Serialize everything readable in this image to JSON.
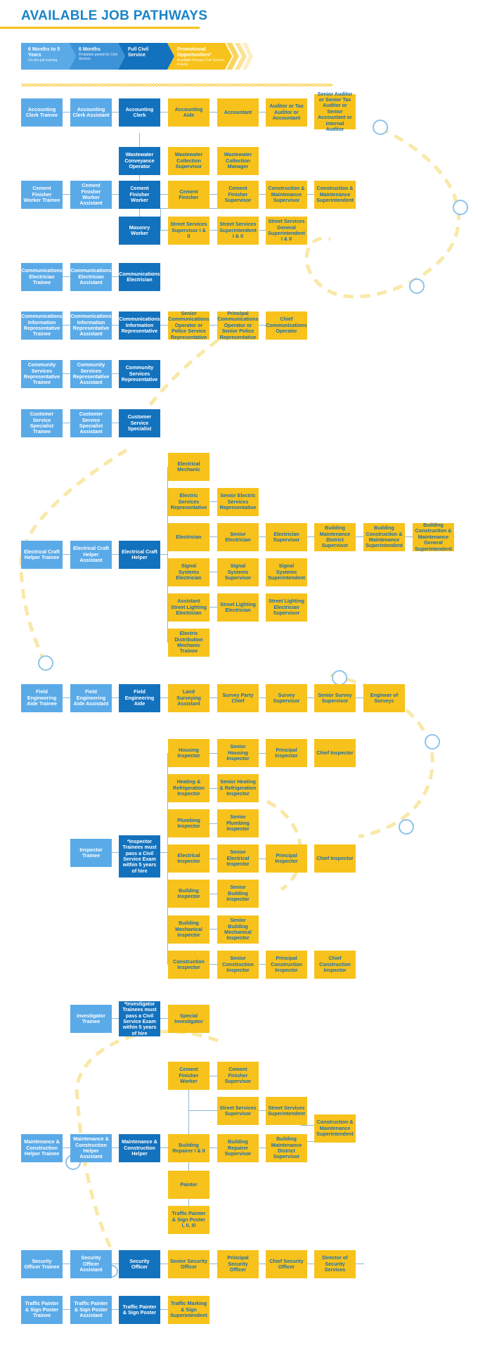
{
  "header": {
    "title": "AVAILABLE JOB PATHWAYS",
    "stages": [
      {
        "label": "6 Months to 5 Years",
        "sub": "On-the-job training"
      },
      {
        "label": "6 Months",
        "sub": "Probation period for Civil Service"
      },
      {
        "label": "Full Civil Service",
        "sub": ""
      },
      {
        "label": "Promotional Opportunities*",
        "sub": "Available through Civil Service Exams"
      }
    ],
    "dots": ">>>>>>>>>>>>>>>>>>>>>>>>>>>>>>>>>>>>>>>>>>>>>>>>>>>>>>>>>>>>>>>>>>>>>>>>>>>>>>>>>>>>>>>>>>>>>>>>>>>>>>>>"
  },
  "colors": {
    "trainee": "#5aaae8",
    "fullService": "#1372be",
    "promotion": "#f7c21b",
    "title": "#1a84c8",
    "connector": "#8fb8d6"
  },
  "boxes": [
    {
      "text": "Accounting Clerk Trainee",
      "type": "lb"
    },
    {
      "text": "Accounting Clerk Assistant",
      "type": "lb"
    },
    {
      "text": "Accounting Clerk",
      "type": "db"
    },
    {
      "text": "Accounting Aide",
      "type": "yb"
    },
    {
      "text": "Accountant",
      "type": "yb"
    },
    {
      "text": "Auditor or Tax Auditor or Accountant",
      "type": "yb"
    },
    {
      "text": "Senior Auditor or Senior Tax Auditor or Senior Accountant or Internal Auditor",
      "type": "yb"
    },
    {
      "text": "Wastewater Conveyance Operator",
      "type": "db"
    },
    {
      "text": "Wastewater Collection Supervisor",
      "type": "yb"
    },
    {
      "text": "Wastewater Collection Manager",
      "type": "yb"
    },
    {
      "text": "Cement Finisher Worker Trainee",
      "type": "lb"
    },
    {
      "text": "Cement Finisher Worker Assistant",
      "type": "lb"
    },
    {
      "text": "Cement Finisher Worker",
      "type": "db"
    },
    {
      "text": "Cement Finisher",
      "type": "yb"
    },
    {
      "text": "Cement Finisher Supervisor",
      "type": "yb"
    },
    {
      "text": "Construction & Maintenance Supervisor",
      "type": "yb"
    },
    {
      "text": "Construction & Maintenance Superintendent",
      "type": "yb"
    },
    {
      "text": "Masonry Worker",
      "type": "db"
    },
    {
      "text": "Street Services Supervisor I & II",
      "type": "yb"
    },
    {
      "text": "Street Services Superintendent I & II",
      "type": "yb"
    },
    {
      "text": "Street Services General Superintendent I & II",
      "type": "yb"
    },
    {
      "text": "Communications Electrician Trainee",
      "type": "lb"
    },
    {
      "text": "Communications Electrician Assistant",
      "type": "lb"
    },
    {
      "text": "Communications Electrician",
      "type": "db"
    },
    {
      "text": "Communications Information Representative Trainee",
      "type": "lb"
    },
    {
      "text": "Communications Information Representative Assistant",
      "type": "lb"
    },
    {
      "text": "Communications Information Representative",
      "type": "db"
    },
    {
      "text": "Senior Communications Operator or Police Service Representative",
      "type": "yb"
    },
    {
      "text": "Principal Communications Operator or Senior Police Representative",
      "type": "yb"
    },
    {
      "text": "Chief Communications Operator",
      "type": "yb"
    },
    {
      "text": "Community Services Representative Trainee",
      "type": "lb"
    },
    {
      "text": "Community Services Representative Assistant",
      "type": "lb"
    },
    {
      "text": "Community Services Representative",
      "type": "db"
    },
    {
      "text": "Customer Service Specialist Trainee",
      "type": "lb"
    },
    {
      "text": "Customer Service Specialist Assistant",
      "type": "lb"
    },
    {
      "text": "Customer Service Specialist",
      "type": "db"
    },
    {
      "text": "Electrical Craft Helper Trainee",
      "type": "lb"
    },
    {
      "text": "Electrical Craft Helper Assistant",
      "type": "lb"
    },
    {
      "text": "Electrical Craft Helper",
      "type": "db"
    },
    {
      "text": "Electrical Mechanic",
      "type": "yb"
    },
    {
      "text": "Electric Services Representative",
      "type": "yb"
    },
    {
      "text": "Senior Electric Services Representative",
      "type": "yb"
    },
    {
      "text": "Electrician",
      "type": "yb"
    },
    {
      "text": "Senior Electrician",
      "type": "yb"
    },
    {
      "text": "Electrician Supervisor",
      "type": "yb"
    },
    {
      "text": "Building Maintenance District Supervisor",
      "type": "yb"
    },
    {
      "text": "Building Construction & Maintenance Superintendent",
      "type": "yb"
    },
    {
      "text": "Building Construction & Maintenance General Superintendent",
      "type": "yb"
    },
    {
      "text": "Signal Systems Electrician",
      "type": "yb"
    },
    {
      "text": "Signal Systems Supervisor",
      "type": "yb"
    },
    {
      "text": "Signal Systems Superintendent",
      "type": "yb"
    },
    {
      "text": "Assistant Street Lighting Electrician",
      "type": "yb"
    },
    {
      "text": "Street Lighting Electrician",
      "type": "yb"
    },
    {
      "text": "Street Lighting Electrician Supervisor",
      "type": "yb"
    },
    {
      "text": "Electric Distribution Mechanic Trainee",
      "type": "yb"
    },
    {
      "text": "Field Engineering Aide Trainee",
      "type": "lb"
    },
    {
      "text": "Field Engineering Aide Assistant",
      "type": "lb"
    },
    {
      "text": "Field Engineering Aide",
      "type": "db"
    },
    {
      "text": "Land Surveying Assistant",
      "type": "yb"
    },
    {
      "text": "Survey Party Chief",
      "type": "yb"
    },
    {
      "text": "Survey Supervisor",
      "type": "yb"
    },
    {
      "text": "Senior Survey Supervisor",
      "type": "yb"
    },
    {
      "text": "Engineer of Surveys",
      "type": "yb"
    },
    {
      "text": "Inspector Trainee",
      "type": "lb"
    },
    {
      "text": "*Inspector Trainees must pass a Civil Service Exam within 5 years of hire",
      "type": "db"
    },
    {
      "text": "Housing Inspector",
      "type": "yb"
    },
    {
      "text": "Senior Housing Inspector",
      "type": "yb"
    },
    {
      "text": "Principal Inspector",
      "type": "yb"
    },
    {
      "text": "Chief Inspector",
      "type": "yb"
    },
    {
      "text": "Heating & Refrigeration Inspector",
      "type": "yb"
    },
    {
      "text": "Senior Heating & Refrigeration Inspector",
      "type": "yb"
    },
    {
      "text": "Plumbing Inspector",
      "type": "yb"
    },
    {
      "text": "Senior Plumbing Inspector",
      "type": "yb"
    },
    {
      "text": "Electrical Inspector",
      "type": "yb"
    },
    {
      "text": "Senior Electrical Inspector",
      "type": "yb"
    },
    {
      "text": "Principal Inspector",
      "type": "yb"
    },
    {
      "text": "Chief Inspector",
      "type": "yb"
    },
    {
      "text": "Building Inspector",
      "type": "yb"
    },
    {
      "text": "Senior Building Inspector",
      "type": "yb"
    },
    {
      "text": "Building Mechanical Inspector",
      "type": "yb"
    },
    {
      "text": "Senior Building Mechanical Inspector",
      "type": "yb"
    },
    {
      "text": "Construction Inspector",
      "type": "yb"
    },
    {
      "text": "Senior Construction Inspector",
      "type": "yb"
    },
    {
      "text": "Principal Construction Inspector",
      "type": "yb"
    },
    {
      "text": "Chief Construction Inspector",
      "type": "yb"
    },
    {
      "text": "Investigator Trainee",
      "type": "lb"
    },
    {
      "text": "*Investigator Trainees must pass a Civil Service Exam within 5 years of hire",
      "type": "db"
    },
    {
      "text": "Special Investigator",
      "type": "yb"
    },
    {
      "text": "Cement Finisher Worker",
      "type": "yb"
    },
    {
      "text": "Cement Finisher Supervisor",
      "type": "yb"
    },
    {
      "text": "Street Services Supervisor",
      "type": "yb"
    },
    {
      "text": "Street Services Superintendent",
      "type": "yb"
    },
    {
      "text": "Construction & Maintenance Superintendent",
      "type": "yb"
    },
    {
      "text": "Maintenance & Construction Helper Trainee",
      "type": "lb"
    },
    {
      "text": "Maintenance & Construction Helper Assistant",
      "type": "lb"
    },
    {
      "text": "Maintenance & Construction Helper",
      "type": "db"
    },
    {
      "text": "Building Repairer I & II",
      "type": "yb"
    },
    {
      "text": "Building Repairer Supervisor",
      "type": "yb"
    },
    {
      "text": "Building Maintenance District Supervisor",
      "type": "yb"
    },
    {
      "text": "Painter",
      "type": "yb"
    },
    {
      "text": "Traffic Painter & Sign Poster I, II, III",
      "type": "yb"
    },
    {
      "text": "Security Officer Trainee",
      "type": "lb"
    },
    {
      "text": "Security Officer Assistant",
      "type": "lb"
    },
    {
      "text": "Security Officer",
      "type": "db"
    },
    {
      "text": "Senior Security Officer",
      "type": "yb"
    },
    {
      "text": "Principal Security Officer",
      "type": "yb"
    },
    {
      "text": "Chief Security Officer",
      "type": "yb"
    },
    {
      "text": "Director of Security Services",
      "type": "yb"
    },
    {
      "text": "Traffic Painter & Sign Poster Trainee",
      "type": "lb"
    },
    {
      "text": "Traffic Painter & Sign Poster Assistant",
      "type": "lb"
    },
    {
      "text": "Traffic Painter & Sign Poster",
      "type": "db"
    },
    {
      "text": "Traffic Marking & Sign Superintendent",
      "type": "yb"
    }
  ]
}
